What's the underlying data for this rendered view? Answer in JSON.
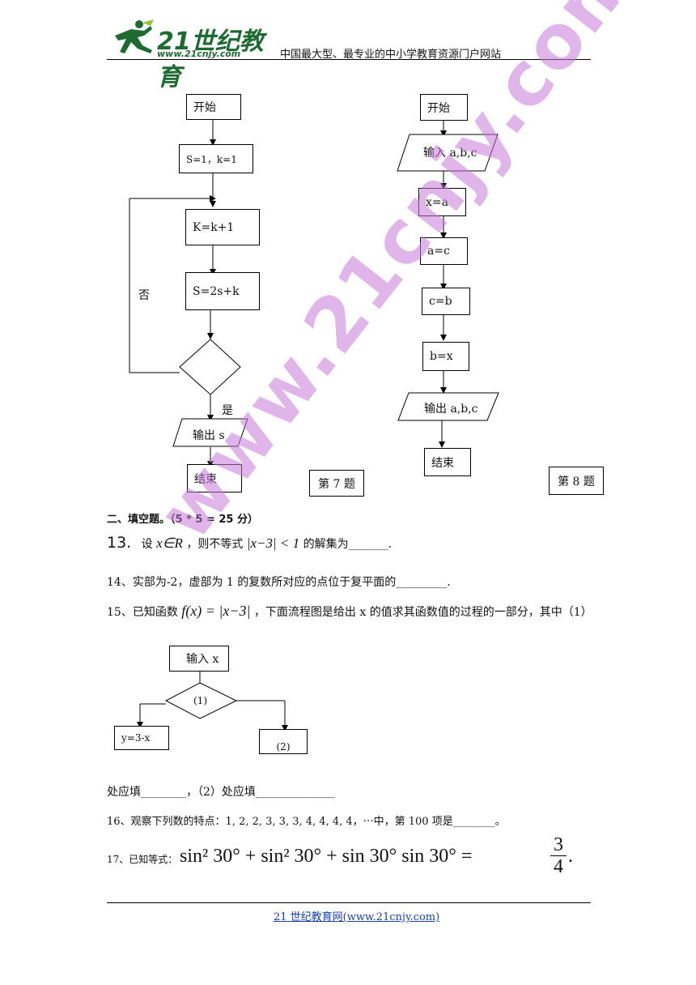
{
  "header": {
    "logo_text": "21世纪教育",
    "logo_url": "www.21cnjy.com",
    "tagline": "中国最大型、最专业的中小学教育资源门户网站"
  },
  "flow7": {
    "start": "开始",
    "init": "S=1，k=1",
    "step1": "K=k+1",
    "step2": "S=2s+k",
    "no": "否",
    "yes": "是",
    "output": "输出 s",
    "end": "结束",
    "label": "第 7 题"
  },
  "flow8": {
    "start": "开始",
    "input": "输入 a,b,c",
    "s1": "x=a",
    "s2": "a=c",
    "s3": "c=b",
    "s4": "b=x",
    "output": "输出 a,b,c",
    "end": "结束",
    "label": "第 8 题"
  },
  "section": {
    "title": "二、填空题。（5 * 5 = 25 分）"
  },
  "q13": {
    "num": "13.",
    "pre": "设",
    "cond": "x∈R",
    "mid": "，则不等式",
    "ineq": "|x−3| < 1",
    "post": "的解集为_______."
  },
  "q14": {
    "text": "14、实部为-2，虚部为 1 的复数所对应的点位于复平面的_________."
  },
  "q15": {
    "pre": "15、已知函数",
    "func": "f(x) = |x−3|",
    "post": "，下面流程图是给出 x 的值求其函数值的过程的一部分，其中（1）",
    "input": "输入 x",
    "cond": "(1)",
    "left": "y=3-x",
    "right": "(2)",
    "tail": "处应填________，（2）处应填______________"
  },
  "q16": {
    "text": "16、观察下列数的特点：1, 2, 2, 3, 3, 3,  4, 4, 4, 4，⋯中，第 100 项是________。"
  },
  "q17": {
    "pre": "17、已知等式：",
    "expr": "sin² 30° + sin² 30° + sin 30° sin 30° = ",
    "num": "3",
    "den": "4",
    "end": "."
  },
  "footer": {
    "link": "21 世纪教育网(www.21cnjy.com)"
  },
  "watermark": "www.21cnjy.com"
}
